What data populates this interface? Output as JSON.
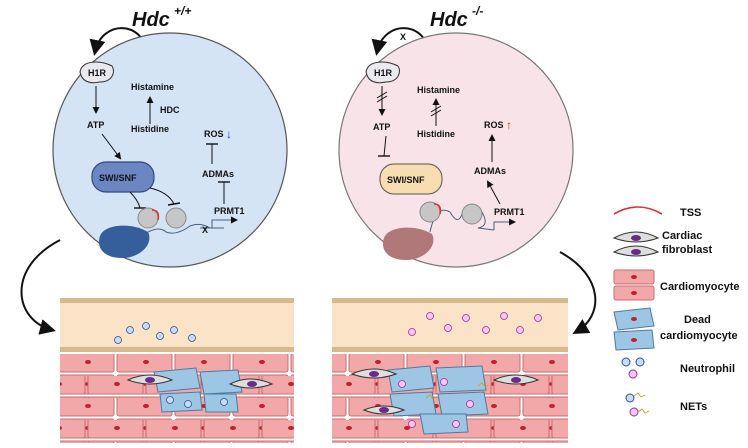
{
  "panels": {
    "wt": {
      "title": "Hdc",
      "title_sup": "+/+",
      "labels": {
        "receptor": "H1R",
        "histamine": "Histamine",
        "hdc": "HDC",
        "histidine": "Histidine",
        "atp": "ATP",
        "swi": "SWI/SNF",
        "ros": "ROS",
        "admas": "ADMAs",
        "prmt1": "PRMT1"
      },
      "ros_change": "↓"
    },
    "ko": {
      "title": "Hdc",
      "title_sup": "-/-",
      "labels": {
        "receptor": "H1R",
        "histamine": "Histamine",
        "histidine": "Histidine",
        "atp": "ATP",
        "swi": "SWI/SNF",
        "ros": "ROS",
        "admas": "ADMAs",
        "prmt1": "PRMT1"
      },
      "ros_change": "↑",
      "block_mark": "X"
    }
  },
  "wt_block_mark": "X",
  "legend": {
    "tss": "TSS",
    "fibroblast_1": "Cardiac",
    "fibroblast_2": "fibroblast",
    "cardiomyocyte": "Cardiomyocyte",
    "dead_1": "Dead",
    "dead_2": "cardiomyocyte",
    "neutrophil": "Neutrophil",
    "nets": "NETs"
  },
  "colors": {
    "wt_cell": "#d4e4f4",
    "ko_cell": "#f7e3e8",
    "wt_nucleus": "#355f9a",
    "ko_nucleus": "#b07878",
    "wt_swi": "#6c86c4",
    "ko_swi": "#f7ddb0",
    "ros_down": "#1a3fd0",
    "ros_up": "#e02020",
    "tss": "#e23030",
    "cardiomyocyte": "#f2a7a8",
    "dead_cardiomyocyte": "#9cc6e4",
    "vessel": "#fbe3c7"
  }
}
